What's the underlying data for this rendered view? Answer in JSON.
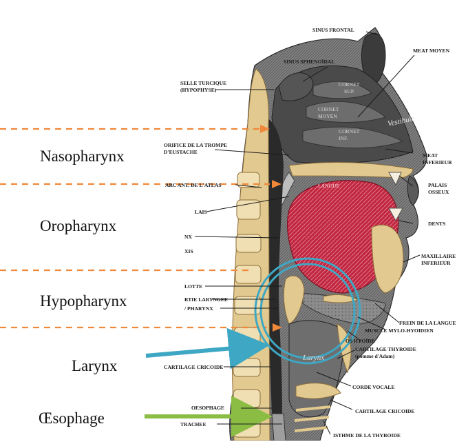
{
  "regions": {
    "nasopharynx": "Nasopharynx",
    "oropharynx": "Oropharynx",
    "hypopharynx": "Hypopharynx",
    "larynx": "Larynx",
    "oesophage": "Œsophage"
  },
  "anatomy": {
    "sinus_frontal": "SINUS FRONTAL",
    "sinus_sphenoidal": "SINUS SPHENOÏDAL",
    "meat_moyen": "MEAT MOYEN",
    "selle_turcique_1": "SELLE TURCIQUE",
    "selle_turcique_2": "(HYPOPHYSE)",
    "cornet_sup_1": "CORNET",
    "cornet_sup_2": "SUP.",
    "cornet_moyen_1": "CORNET",
    "cornet_moyen_2": "MOYEN",
    "cornet_inf_1": "CORNET",
    "cornet_inf_2": "INF.",
    "vestibule": "Vestibule",
    "orifice_1": "ORIFICE DE LA TROMPE",
    "orifice_2": "D'EUSTACHE",
    "meat_inferieur_1": "MEAT",
    "meat_inferieur_2": "INFERIEUR",
    "arc_atlas": "ARC ANT. DE L'ATLAS",
    "langue": "LANGUE",
    "palais_osseux_1": "PALAIS",
    "palais_osseux_2": "OSSEUX",
    "palais": "LAIS",
    "dents": "DENTS",
    "inx": "NX",
    "axis": "XIS",
    "maxillaire_1": "MAXILLAIRE",
    "maxillaire_2": "INFERIEUR",
    "glotte": "LOTTE",
    "partie_1": "RTIE LARYNGEE",
    "partie_2": "/ PHARYNX",
    "frein": "FREIN DE LA LANGUE",
    "muscle": "MUSCLE MYLO-HYOIDIEN",
    "os_hyoide": "OS HYOÏDE",
    "cart_thyroide_1": "CARTILAGE THYROIDE",
    "cart_thyroide_2": "(pomme d'Adam)",
    "larynx_italic": "Larynx",
    "cart_cricoide_left": "CARTILAGE CRICOIDE",
    "corde_vocale": "CORDE VOCALE",
    "cart_cricoide_right": "CARTILAGE CRICOIDE",
    "oesophage_label": "OESOPHAGE",
    "trachee": "TRACHEE",
    "isthme": "ISTHME DE LA THYROIDE"
  },
  "colors": {
    "dash": "#f0883a",
    "circle": "#3ea7c4",
    "larynx_arrow": "#3ea7c4",
    "oesophage_arrow": "#8bbd45",
    "tongue": "#c1263f",
    "bone": "#e2c98f"
  }
}
